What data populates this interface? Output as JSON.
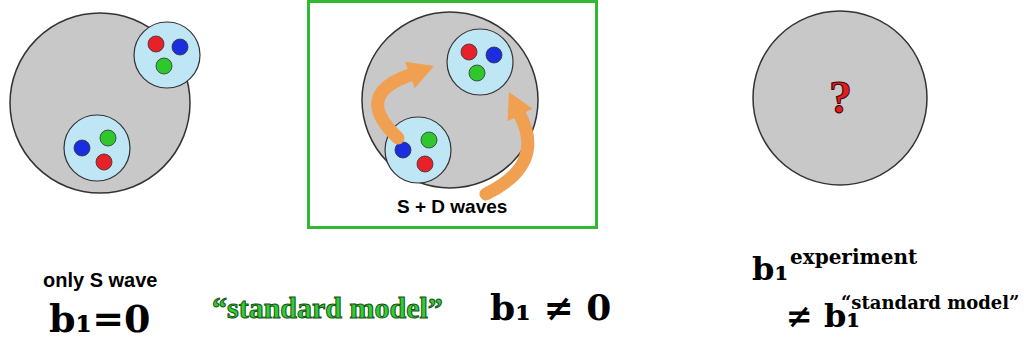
{
  "diagram": {
    "nodes": [
      {
        "text": [
          "S + D waves"
        ]
      },
      {
        "text": [
          "?"
        ]
      }
    ],
    "labels": [
      "only S wave",
      "b₁=0",
      "“standard model”",
      "b₁ ≠ 0",
      "b₁",
      "experiment",
      "≠ b₁",
      "“standard model”"
    ]
  }
}
